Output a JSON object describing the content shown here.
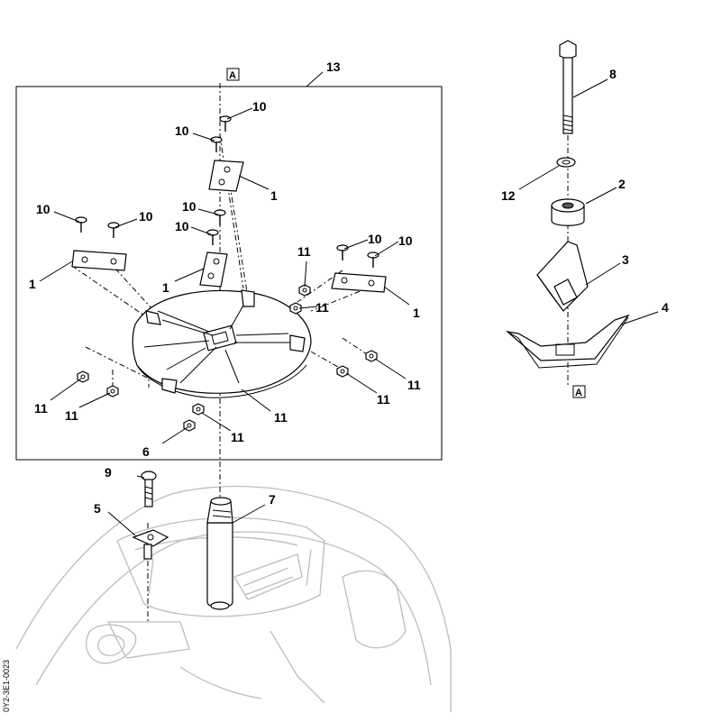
{
  "diagram": {
    "type": "exploded-parts-diagram",
    "callouts": [
      {
        "id": "c-13a",
        "text": "13"
      },
      {
        "id": "c-10a",
        "text": "10"
      },
      {
        "id": "c-10b",
        "text": "10"
      },
      {
        "id": "c-1a",
        "text": "1"
      },
      {
        "id": "c-10c",
        "text": "10"
      },
      {
        "id": "c-10d",
        "text": "10"
      },
      {
        "id": "c-10e",
        "text": "10"
      },
      {
        "id": "c-10f",
        "text": "10"
      },
      {
        "id": "c-10g",
        "text": "10"
      },
      {
        "id": "c-10h",
        "text": "10"
      },
      {
        "id": "c-1b",
        "text": "1"
      },
      {
        "id": "c-1c",
        "text": "1"
      },
      {
        "id": "c-1d",
        "text": "1"
      },
      {
        "id": "c-11a",
        "text": "11"
      },
      {
        "id": "c-11b",
        "text": "11"
      },
      {
        "id": "c-11c",
        "text": "11"
      },
      {
        "id": "c-11d",
        "text": "11"
      },
      {
        "id": "c-11e",
        "text": "11"
      },
      {
        "id": "c-11f",
        "text": "11"
      },
      {
        "id": "c-11g",
        "text": "11"
      },
      {
        "id": "c-11h",
        "text": "11"
      },
      {
        "id": "c-6",
        "text": "6"
      },
      {
        "id": "c-8",
        "text": "8"
      },
      {
        "id": "c-12",
        "text": "12"
      },
      {
        "id": "c-2",
        "text": "2"
      },
      {
        "id": "c-3",
        "text": "3"
      },
      {
        "id": "c-4",
        "text": "4"
      },
      {
        "id": "c-9",
        "text": "9"
      },
      {
        "id": "c-7",
        "text": "7"
      },
      {
        "id": "c-5",
        "text": "5"
      }
    ],
    "reference_marks": [
      "A",
      "A"
    ],
    "document_number": "0Y2-3E1-0023"
  }
}
